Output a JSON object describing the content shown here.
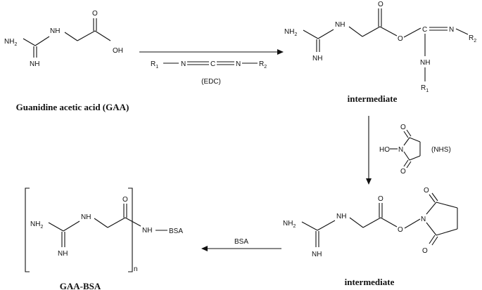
{
  "scheme": {
    "gaa": {
      "caption": "Guanidine acetic acid (GAA)",
      "atoms": {
        "nh2": "NH",
        "nh2_sub": "2",
        "nh": "NH",
        "imine": "NH",
        "o": "O",
        "oh": "OH"
      }
    },
    "edc_step": {
      "reagent": {
        "r1": "R",
        "r1_sub": "1",
        "n1": "N",
        "c": "C",
        "n2": "N",
        "r2": "R",
        "r2_sub": "2"
      },
      "label": "(EDC)"
    },
    "intermediate1": {
      "caption": "intermediate",
      "atoms": {
        "nh2": "NH",
        "nh2_sub": "2",
        "nh": "NH",
        "imine": "NH",
        "o_carbonyl": "O",
        "o_ester": "O",
        "c": "C",
        "n": "N",
        "r2": "R",
        "r2_sub": "2",
        "nh_lower": "NH",
        "r1": "R",
        "r1_sub": "1"
      }
    },
    "nhs_step": {
      "label": "(NHS)",
      "atoms": {
        "ho": "HO",
        "n": "N",
        "o_top": "O",
        "o_bottom": "O"
      }
    },
    "intermediate2": {
      "caption": "intermediate",
      "atoms": {
        "nh2": "NH",
        "nh2_sub": "2",
        "nh": "NH",
        "imine": "NH",
        "o_carbonyl": "O",
        "o_ester": "O",
        "n": "N",
        "o_top": "O",
        "o_bottom": "O"
      }
    },
    "bsa_step": {
      "label": "BSA"
    },
    "product": {
      "caption": "GAA-BSA",
      "atoms": {
        "nh2": "NH",
        "nh2_sub": "2",
        "nh": "NH",
        "imine": "NH",
        "o": "O",
        "nh_link": "NH",
        "bsa": "BSA",
        "n": "n"
      }
    }
  }
}
